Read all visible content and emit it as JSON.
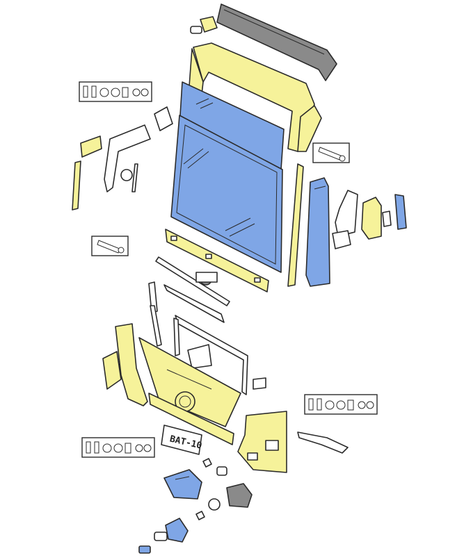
{
  "colors": {
    "yellow": "#f6f29a",
    "blue": "#7fa6e6",
    "blue_light": "#a9c3f0",
    "grey": "#8a8a8a",
    "white": "#ffffff",
    "line": "#2b2b2b"
  },
  "license_plate": {
    "text": "BAT-10"
  },
  "fastener_panels": [
    {
      "name": "fastener-kit-top-left",
      "icons": [
        "bolt-icon",
        "bolt-icon",
        "washer-icon",
        "nut-icon",
        "clip-icon",
        "grommet-icon",
        "ring-icon"
      ]
    },
    {
      "name": "fastener-kit-right",
      "icons": [
        "bolt-icon",
        "bolt-icon",
        "washer-icon",
        "nut-icon",
        "clip-icon",
        "grommet-icon",
        "ring-icon"
      ]
    },
    {
      "name": "fastener-kit-bottom-left",
      "icons": [
        "bolt-icon",
        "bolt-icon",
        "washer-icon",
        "nut-icon",
        "clip-icon",
        "grommet-icon",
        "ring-icon"
      ]
    }
  ],
  "adhesive_panels": [
    {
      "name": "adhesive-tube-panel-right",
      "icon": "adhesive-tube-icon"
    },
    {
      "name": "adhesive-tube-panel-left",
      "icon": "adhesive-tube-icon"
    }
  ]
}
